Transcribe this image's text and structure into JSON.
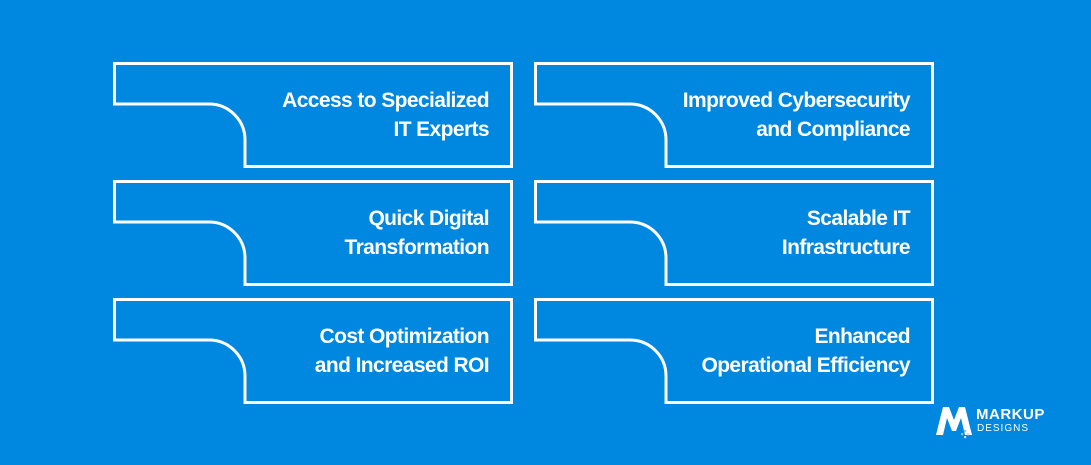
{
  "colors": {
    "background": "#0087df",
    "outline": "#ffffff",
    "text": "#ffffff"
  },
  "cards": [
    {
      "line1": "Access to Specialized",
      "line2": "IT Experts"
    },
    {
      "line1": "Improved Cybersecurity",
      "line2": "and Compliance"
    },
    {
      "line1": "Quick Digital",
      "line2": "Transformation"
    },
    {
      "line1": "Scalable IT",
      "line2": "Infrastructure"
    },
    {
      "line1": "Cost Optimization",
      "line2": "and Increased ROI"
    },
    {
      "line1": "Enhanced",
      "line2": "Operational Efficiency"
    }
  ],
  "logo": {
    "icon": "markup-m-logo-icon",
    "name": "MARKUP",
    "subtitle": "DESIGNS"
  }
}
